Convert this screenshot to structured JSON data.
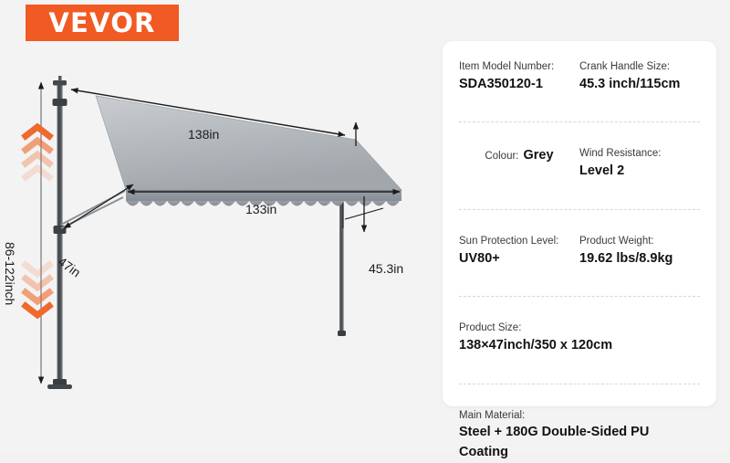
{
  "brand": {
    "name": "VEVOR",
    "logo_bg": "#f15a22",
    "logo_fg": "#ffffff"
  },
  "illustration": {
    "alt": "manual retractable patio awning diagram",
    "canopy_color": "#a9adb2",
    "canopy_top_color": "#c2c6ca",
    "valance_color": "#8f959b",
    "post_color": "#4a4e52",
    "arrow_color": "#1c1c1c",
    "chevron_color": "#ee6a2d",
    "dimensions": {
      "top_width": "138in",
      "front_width": "133in",
      "projection": "47in",
      "drop_height": "45.3in",
      "post_height_range": "86-122inch"
    }
  },
  "spec_card": {
    "rows": [
      {
        "cells": [
          {
            "key": "Item Model Number:",
            "value": "SDA350120-1",
            "inline": false
          },
          {
            "key": "Crank Handle Size:",
            "value": "45.3 inch/115cm",
            "inline": false
          }
        ]
      },
      {
        "cells": [
          {
            "key": "Colour:",
            "value": "Grey",
            "inline": true
          },
          {
            "key": "Wind Resistance:",
            "value": "Level 2",
            "inline": false
          }
        ]
      },
      {
        "cells": [
          {
            "key": "Sun Protection Level:",
            "value": "UV80+",
            "inline": false
          },
          {
            "key": "Product Weight:",
            "value": "19.62 lbs/8.9kg",
            "inline": false
          }
        ]
      },
      {
        "cells": [
          {
            "key": "Product Size:",
            "value": "138×47inch/350 x 120cm",
            "inline": false
          }
        ]
      },
      {
        "cells": [
          {
            "key": "Main Material:",
            "value": "Steel + 180G Double-Sided PU Coating",
            "inline": false
          }
        ]
      }
    ]
  }
}
